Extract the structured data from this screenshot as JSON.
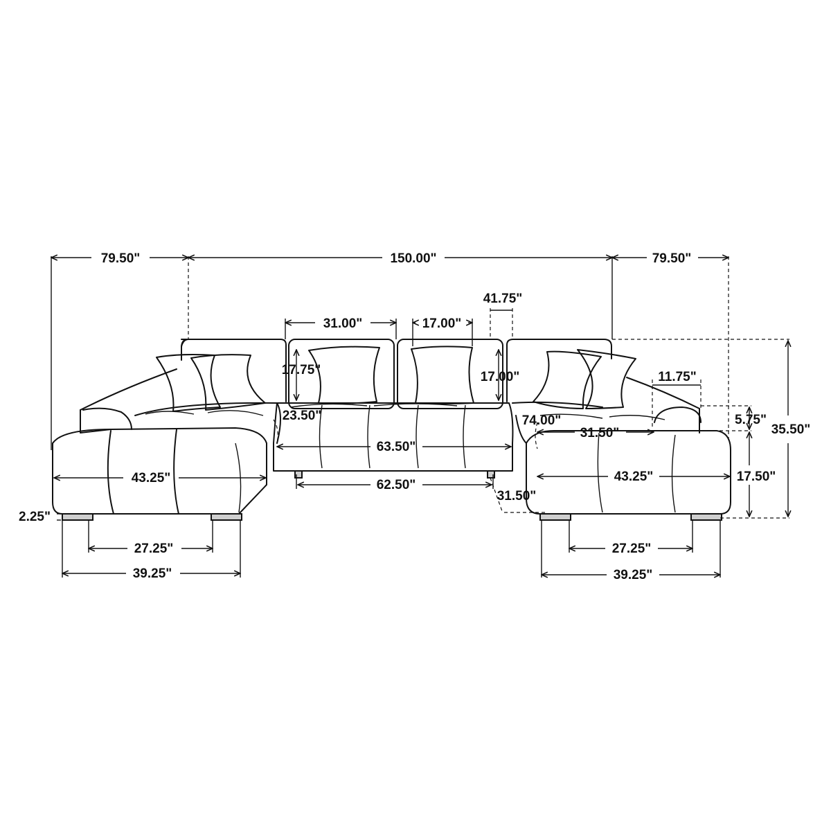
{
  "diagram": {
    "colors": {
      "line": "#111111",
      "background": "#ffffff",
      "leg_fill": "#cfcfcf"
    },
    "dimensions": {
      "left_chaise_depth": "79.50\"",
      "overall_width": "150.00\"",
      "right_chaise_depth": "79.50\"",
      "arm_to_center_depth": "41.75\"",
      "center_seat_width": "31.00\"",
      "center_pillow_width": "17.00\"",
      "back_cushion_height_left": "17.75\"",
      "back_cushion_height_right": "17.00\"",
      "arm_width": "11.75\"",
      "arm_height_above_seat": "5.75\"",
      "overall_height": "35.50\"",
      "inner_depth_left": "23.50\"",
      "inner_depth_right": "74.00\"",
      "chaise_seat_width_right": "31.50\"",
      "center_section_width": "63.50\"",
      "center_base_width": "62.50\"",
      "seat_height": "17.50\"",
      "seat_depth_right": "31.50\"",
      "chaise_width_left": "43.25\"",
      "chaise_width_right": "43.25\"",
      "leg_height": "2.25\"",
      "leg_spacing_left": "27.25\"",
      "leg_spacing_right": "27.25\"",
      "chaise_base_width_left": "39.25\"",
      "chaise_base_width_right": "39.25\""
    }
  }
}
